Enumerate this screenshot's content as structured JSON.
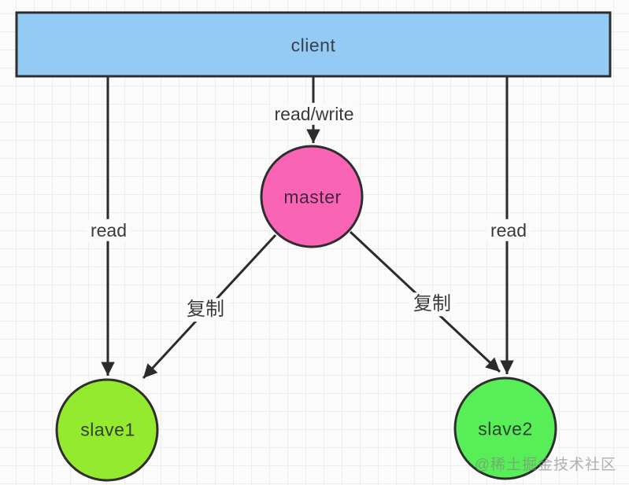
{
  "diagram": {
    "nodes": {
      "client": {
        "label": "client",
        "fill": "#93cbf5",
        "stroke": "#2e2e2e"
      },
      "master": {
        "label": "master",
        "fill": "#f965b4",
        "stroke": "#2e2e2e"
      },
      "slave1": {
        "label": "slave1",
        "fill": "#93ea2f",
        "stroke": "#2e2e2e"
      },
      "slave2": {
        "label": "slave2",
        "fill": "#58ee58",
        "stroke": "#2e2e2e"
      }
    },
    "edges": {
      "client_to_master": {
        "label": "read/write"
      },
      "client_to_slave1": {
        "label": "read"
      },
      "client_to_slave2": {
        "label": "read"
      },
      "master_to_slave1": {
        "label": "复制"
      },
      "master_to_slave2": {
        "label": "复制"
      }
    },
    "edge_color": "#2b2b2b",
    "watermark": "@稀土掘金技术社区"
  }
}
